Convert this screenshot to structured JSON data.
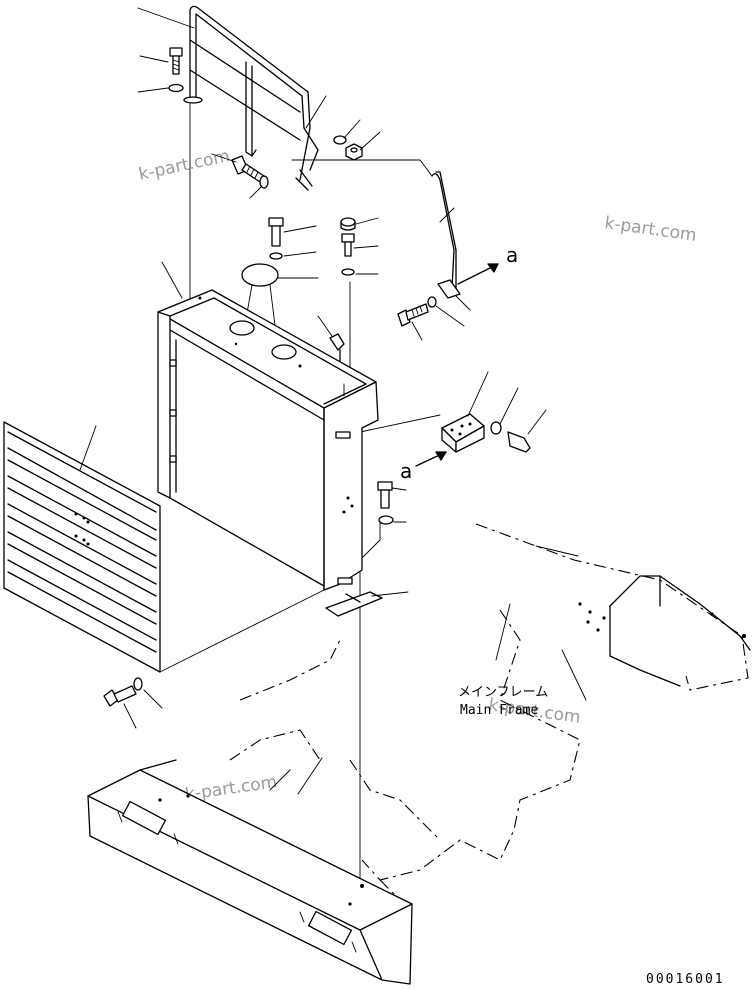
{
  "diagram": {
    "frame_label_jp": "メインフレーム",
    "frame_label_en": "Main Frame",
    "arrow_marker_upper": "a",
    "arrow_marker_lower": "a",
    "drawing_number": "00016001",
    "watermarks": [
      "k-part.com",
      "k-part.com",
      "k-part.com",
      "k-part.com"
    ]
  }
}
